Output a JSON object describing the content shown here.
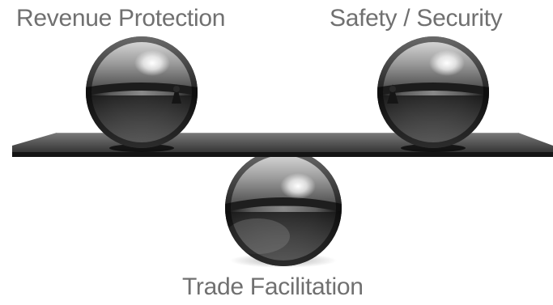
{
  "diagram": {
    "labels": {
      "top_left": "Revenue Protection",
      "top_right": "Safety / Security",
      "bottom": "Trade Facilitation"
    },
    "elements": {
      "left_ball_icon": "chrome-sphere-icon",
      "right_ball_icon": "chrome-sphere-icon",
      "fulcrum_ball_icon": "chrome-sphere-icon",
      "plank_icon": "balance-plank-icon"
    },
    "colors": {
      "label_text": "#707070",
      "plank": "#3a3a3a",
      "sphere_highlight": "#ffffff",
      "sphere_shadow": "#050505"
    }
  }
}
